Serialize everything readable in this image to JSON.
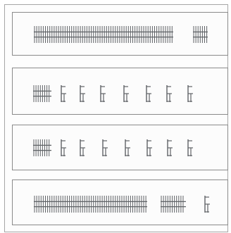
{
  "panels": [
    {
      "items": [
        "strip",
        "pack"
      ]
    },
    {
      "items": [
        "pack",
        "single",
        "single",
        "single",
        "single",
        "single",
        "single",
        "single"
      ]
    },
    {
      "items": [
        "pack",
        "single",
        "single",
        "single",
        "single",
        "single",
        "single",
        "single"
      ]
    },
    {
      "items": [
        "strip",
        "pack",
        "single"
      ]
    }
  ],
  "colors": {
    "ink": "#5f6266",
    "frame": "#a6a6a6",
    "panel_border": "#8a8a8a"
  }
}
